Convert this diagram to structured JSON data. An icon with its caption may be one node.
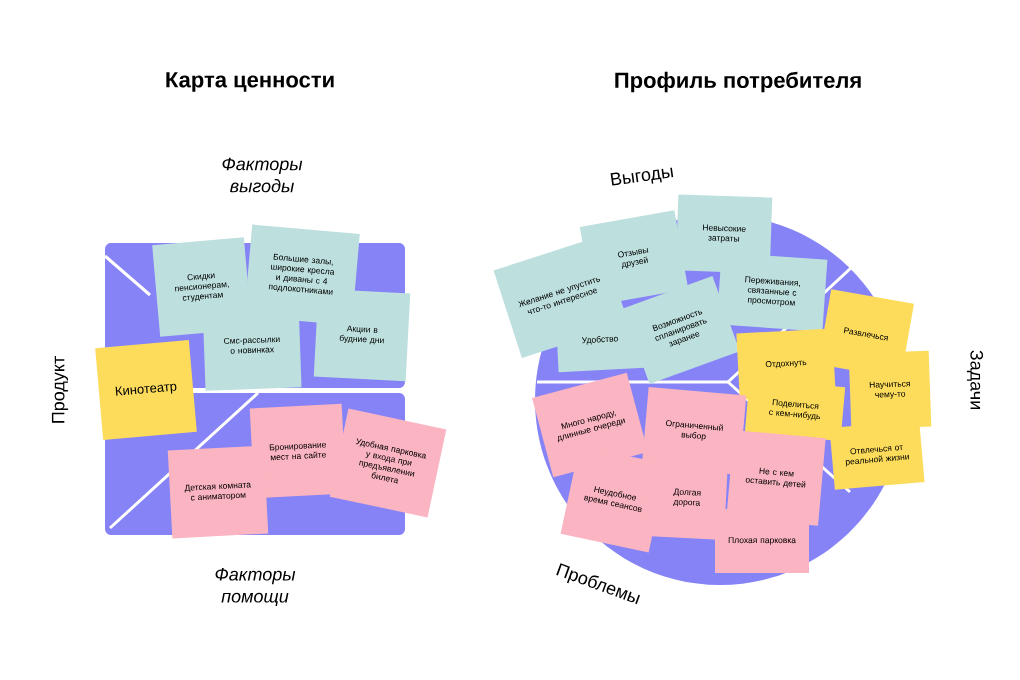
{
  "diagram": {
    "nodes": [
      {
        "text": [
          "Скидки пенсионерам, студентам"
        ]
      },
      {
        "text": [
          "Большие залы, широкие кресла и диваны с 4 подлокотниками"
        ]
      },
      {
        "text": [
          "Смс-рассылки о новинках"
        ]
      },
      {
        "text": [
          "Акции в будние дни"
        ]
      },
      {
        "text": [
          "Кинотеатр"
        ]
      },
      {
        "text": [
          "Бронирование мест на сайте"
        ]
      },
      {
        "text": [
          "Детская комната с аниматором"
        ]
      },
      {
        "text": [
          "Удобная парковка у входа при предъявлении билета"
        ]
      },
      {
        "text": [
          "Невысокие затраты"
        ]
      },
      {
        "text": [
          "Отзывы друзей"
        ]
      },
      {
        "text": [
          "Желание не упустить что-то интересное"
        ]
      },
      {
        "text": [
          "Переживания, связанные с просмотром"
        ]
      },
      {
        "text": [
          "Удобство"
        ]
      },
      {
        "text": [
          "Возможность спланировать заранее"
        ]
      },
      {
        "text": [
          "Развлечься"
        ]
      },
      {
        "text": [
          "Отдохнуть"
        ]
      },
      {
        "text": [
          "Научиться чему-то"
        ]
      },
      {
        "text": [
          "Поделиться с кем-нибудь"
        ]
      },
      {
        "text": [
          "Отвлечься от реальной жизни"
        ]
      },
      {
        "text": [
          "Много народу, длинные очереди"
        ]
      },
      {
        "text": [
          "Ограниченный выбор"
        ]
      },
      {
        "text": [
          "Неудобное время сеансов"
        ]
      },
      {
        "text": [
          "Долгая дорога"
        ]
      },
      {
        "text": [
          "Не с кем оставить детей"
        ]
      },
      {
        "text": [
          "Плохая парковка"
        ]
      }
    ],
    "labels": [
      "Карта ценности",
      "Профиль потребителя",
      "Факторы выгоды",
      "Продукт",
      "Выгоды",
      "Задачи",
      "Факторы помощи",
      "Проблемы"
    ]
  }
}
